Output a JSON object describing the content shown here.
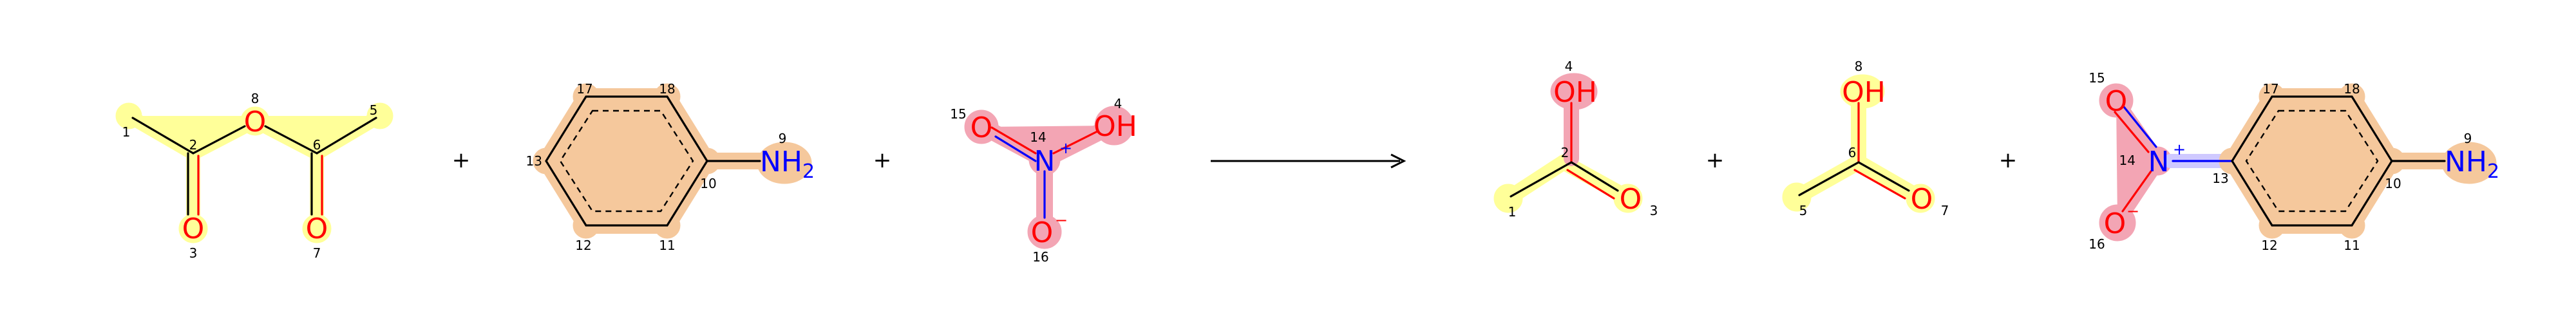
{
  "colors": {
    "oxygen": "#ff0000",
    "nitrogen": "#0000ff",
    "highlight_yellow": "#ffff99",
    "highlight_orange": "#f5c89c",
    "highlight_pink": "#f3a5b4",
    "highlight_blue": "#cfc9ff"
  },
  "plus_sign": "+",
  "reactants": {
    "acetic_anhydride": {
      "idx": [
        "1",
        "2",
        "3",
        "5",
        "6",
        "7",
        "8"
      ],
      "atoms": {
        "o8": "O",
        "o3": "O",
        "o7": "O"
      }
    },
    "aniline": {
      "idx": [
        "9",
        "10",
        "11",
        "12",
        "13",
        "17",
        "18"
      ],
      "atoms": {
        "n9": "NH",
        "sub2": "2"
      }
    },
    "nitric_acid": {
      "idx": [
        "4",
        "14",
        "15",
        "16"
      ],
      "atoms": {
        "n14": "N",
        "plus": "+",
        "o15": "O",
        "o4": "OH",
        "o16": "O",
        "minus": "−"
      }
    }
  },
  "products": {
    "acetic_acid_a": {
      "idx": [
        "1",
        "2",
        "3",
        "4"
      ],
      "atoms": {
        "o4": "OH",
        "o3": "O"
      }
    },
    "acetic_acid_b": {
      "idx": [
        "5",
        "6",
        "7",
        "8"
      ],
      "atoms": {
        "o8": "OH",
        "o7": "O"
      }
    },
    "nitroaniline": {
      "idx": [
        "9",
        "10",
        "11",
        "12",
        "13",
        "14",
        "15",
        "16",
        "17",
        "18"
      ],
      "atoms": {
        "n14": "N",
        "plus": "+",
        "o15": "O",
        "o16": "O",
        "minus": "−",
        "n9": "NH",
        "sub2": "2"
      }
    }
  }
}
